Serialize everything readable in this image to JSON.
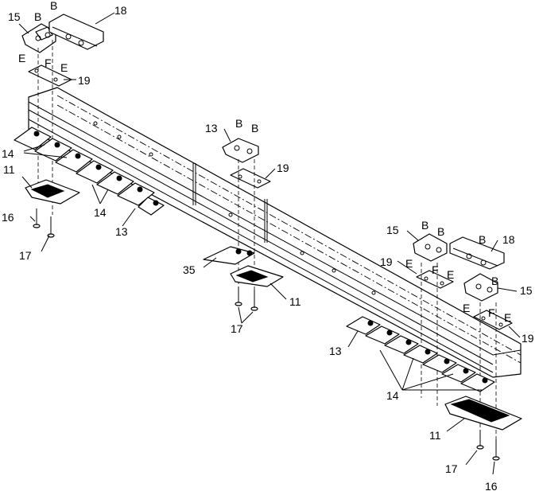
{
  "callouts": {
    "c15a": "15",
    "cBa": "B",
    "c18a": "18",
    "cEa": "E",
    "cFa": "F",
    "cEb": "E",
    "c19a": "19",
    "c14a": "14",
    "c11a": "11",
    "c14b": "14",
    "c13a": "13",
    "c16a": "16",
    "c17a": "17",
    "c13b": "13",
    "cBb": "B",
    "cBc": "B",
    "c19b": "19",
    "c35": "35",
    "c11b": "11",
    "c17b": "17",
    "c15b": "15",
    "cBd": "B",
    "cBe": "B",
    "c18b": "18",
    "cBf": "B",
    "c19c": "19",
    "cEc": "E",
    "cFb": "F",
    "cEd": "E",
    "c15c": "15",
    "cBg": "B",
    "cEe": "E",
    "cFc": "F",
    "cEf": "E",
    "c19d": "19",
    "c13c": "13",
    "c14c": "14",
    "c11c": "11",
    "c17c": "17",
    "c16b": "16"
  }
}
